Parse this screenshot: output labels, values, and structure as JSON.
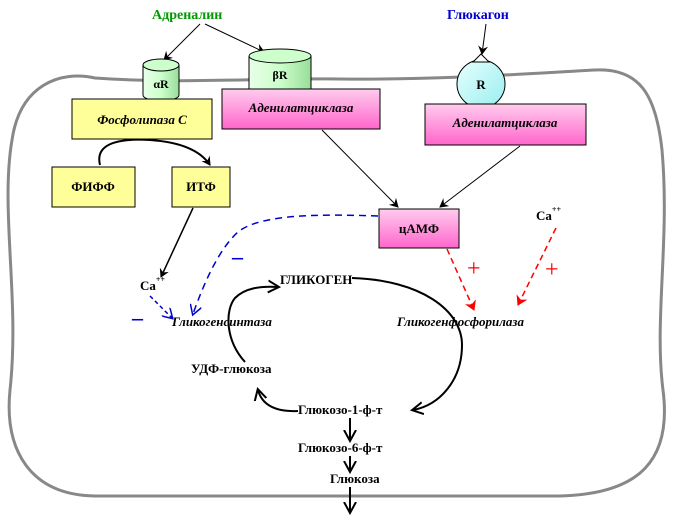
{
  "hormones": {
    "adrenalin": "Адреналин",
    "glucagon": "Глюкагон"
  },
  "receptors": {
    "alpha": "αR",
    "beta": "βR",
    "glucagon": "R"
  },
  "enzymes": {
    "phospholipase": "Фосфолипаза С",
    "adenylate_cyclase_1": "Аденилатциклаза",
    "adenylate_cyclase_2": "Аденилатциклаза",
    "glycogen_synthase": "Гликогенсинтаза",
    "glycogen_phosphorylase": "Гликогенфосфорилаза"
  },
  "messengers": {
    "pip2": "ФИФФ",
    "ip3": "ИТФ",
    "camp": "цАМФ",
    "ca_left": "Ca",
    "ca_right": "Ca",
    "ca_left_sup": "++",
    "ca_right_sup": "++"
  },
  "metabolites": {
    "glycogen": "ГЛИКОГЕН",
    "udp_glucose": "УДФ-глюкоза",
    "g1p": "Глюкозо-1-ф-т",
    "g6p": "Глюкозо-6-ф-т",
    "glucose": "Глюкоза"
  },
  "signs": {
    "minus_1": "–",
    "minus_2": "–",
    "plus_1": "+",
    "plus_2": "+"
  },
  "colors": {
    "green_text": "#009900",
    "blue_text": "#0000cc",
    "yellow_box": "#ffff99",
    "pink_box": "#ff99cc",
    "receptor_green": "#ccffcc",
    "receptor_cyan": "#ccffff",
    "membrane": "#808080",
    "inhibit": "#0000cc",
    "activate": "#ff0000"
  }
}
